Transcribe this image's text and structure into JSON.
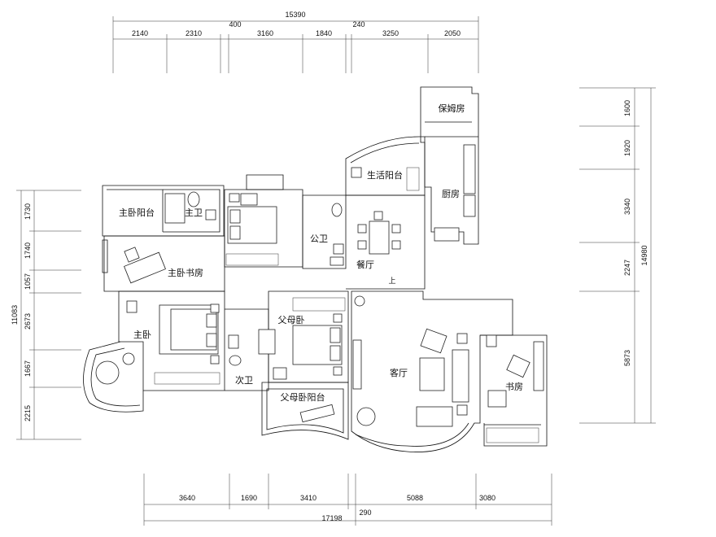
{
  "top_dims": {
    "total": "15390",
    "segments": [
      "2140",
      "2310",
      "400",
      "3160",
      "1840",
      "240",
      "3250",
      "2050"
    ]
  },
  "bottom_dims": {
    "total": "17198",
    "segments": [
      "3640",
      "1690",
      "3410",
      "5088",
      "3080"
    ],
    "small": "290"
  },
  "left_dims": {
    "total": "11083",
    "segments": [
      "1730",
      "1740",
      "1057",
      "2673",
      "1667",
      "2215"
    ]
  },
  "right_dims": {
    "total": "14980",
    "segments": [
      "1600",
      "1920",
      "3340",
      "2247",
      "5873"
    ]
  },
  "rooms": {
    "nanny": "保姆房",
    "laundry_balcony": "生活阳台",
    "kitchen": "厨房",
    "master_balcony": "主卧阳台",
    "master_bath": "主卫",
    "public_bath": "公卫",
    "dining": "餐厅",
    "master_study": "主卧书房",
    "master_bedroom": "主卧",
    "parents_bedroom": "父母卧",
    "second_bath": "次卫",
    "parents_balcony": "父母卧阳台",
    "living": "客厅",
    "study": "书房"
  },
  "door_mark": "上"
}
